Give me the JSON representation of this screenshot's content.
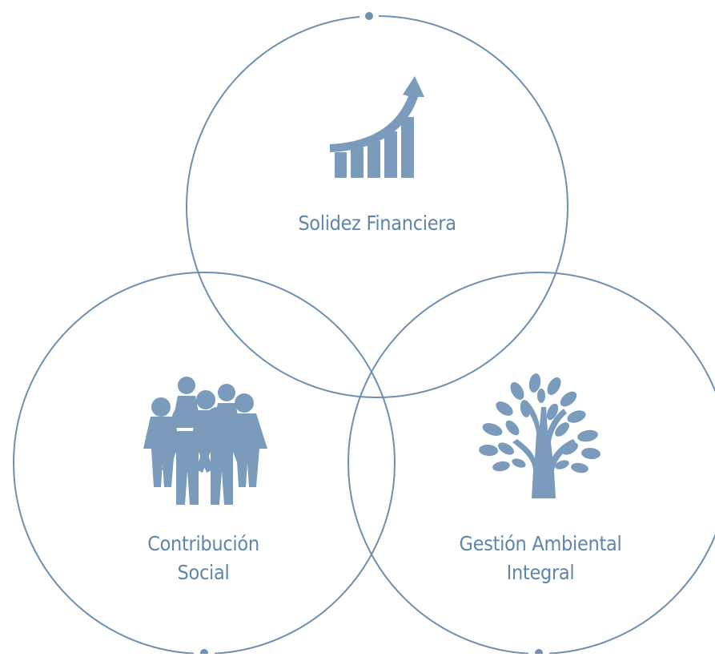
{
  "colors": {
    "line": "#6f8fae",
    "icon": "#7a9bbb",
    "text": "#5f86aa",
    "background": "#ffffff"
  },
  "circles": [
    {
      "name": "solidez-financiera",
      "label_lines": [
        "Solidez Financiera"
      ],
      "icon": "growth-bar-chart-icon"
    },
    {
      "name": "contribucion-social",
      "label_lines": [
        "Contribución",
        "Social"
      ],
      "icon": "people-group-icon"
    },
    {
      "name": "gestion-ambiental",
      "label_lines": [
        "Gestión Ambiental",
        "Integral"
      ],
      "icon": "tree-icon"
    }
  ]
}
